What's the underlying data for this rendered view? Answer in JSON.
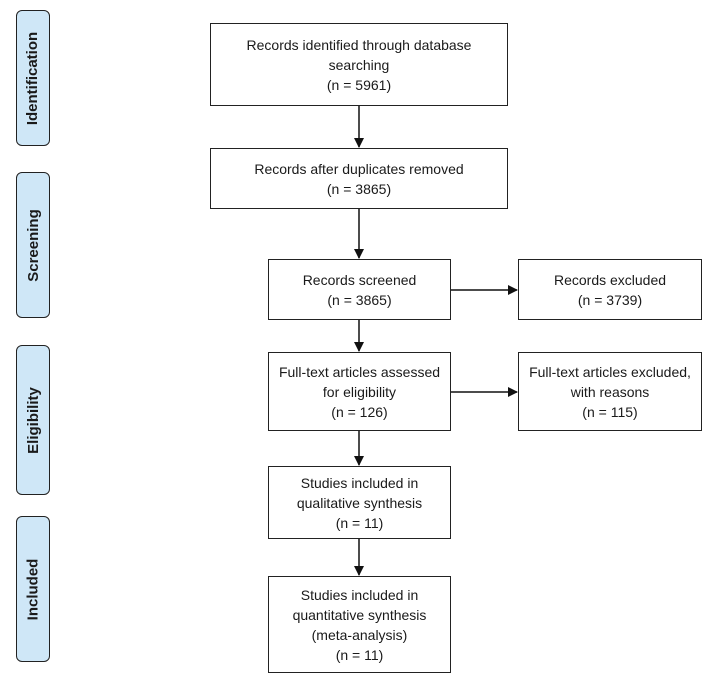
{
  "colors": {
    "stage_fill": "#cfe7f7",
    "border": "#222222",
    "arrow": "#111111",
    "text": "#1a1a1a"
  },
  "stages": {
    "identification": "Identification",
    "screening": "Screening",
    "eligibility": "Eligibility",
    "included": "Included"
  },
  "boxes": {
    "identified": {
      "line1": "Records identified through database",
      "line2": "searching",
      "count": "(n = 5961)"
    },
    "after_duplicates": {
      "line1": "Records after duplicates removed",
      "count": "(n = 3865)"
    },
    "screened": {
      "line1": "Records screened",
      "count": "(n = 3865)"
    },
    "excluded": {
      "line1": "Records excluded",
      "count": "(n = 3739)"
    },
    "fulltext_assessed": {
      "line1": "Full-text articles assessed",
      "line2": "for eligibility",
      "count": "(n = 126)"
    },
    "fulltext_excluded": {
      "line1": "Full-text articles excluded,",
      "line2": "with reasons",
      "count": "(n = 115)"
    },
    "qualitative": {
      "line1": "Studies included in",
      "line2": "qualitative synthesis",
      "count": "(n = 11)"
    },
    "quantitative": {
      "line1": "Studies included in",
      "line2": "quantitative synthesis",
      "line3": "(meta-analysis)",
      "count": "(n = 11)"
    }
  }
}
